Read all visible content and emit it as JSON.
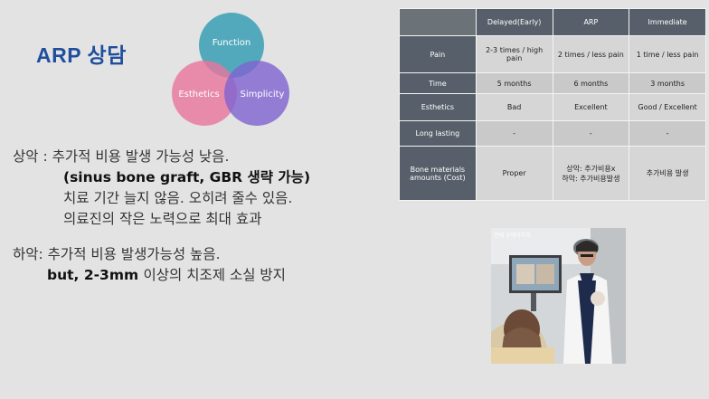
{
  "title": "ARP 상담",
  "venn": {
    "top": "Function",
    "left": "Esthetics",
    "right": "Simplicity"
  },
  "body": {
    "upper_label": "상악 : ",
    "upper_l1": "추가적 비용 발생 가능성 낮음.",
    "upper_l2": "(sinus bone graft, GBR 생략 가능)",
    "upper_l3": "치료 기간 늘지 않음. 오히려 줄수 있음.",
    "upper_l4": "의료진의 작은 노력으로 최대 효과",
    "lower_label": "하악:  ",
    "lower_l1": "추가적 비용 발생가능성 높음.",
    "lower_l2a": "but, 2-3mm ",
    "lower_l2b": "이상의 치조제 소실 방지"
  },
  "table": {
    "headers": [
      "",
      "Delayed(Early)",
      "ARP",
      "Immediate"
    ],
    "rows": [
      {
        "label": "Pain",
        "cells": [
          "2-3 times / high pain",
          "2 times / less pain",
          "1 time / less pain"
        ]
      },
      {
        "label": "Time",
        "cells": [
          "5 months",
          "6 months",
          "3 months"
        ]
      },
      {
        "label": "Esthetics",
        "cells": [
          "Bad",
          "Excellent",
          "Good / Excellent"
        ]
      },
      {
        "label": "Long lasting",
        "cells": [
          "-",
          "-",
          "-"
        ]
      },
      {
        "label": "Bone materials amounts (Cost)",
        "cells": [
          "Proper",
          "상악: 추가비용x\n하악: 추가비용발생",
          "추가비용 발생"
        ]
      }
    ]
  },
  "photo": {
    "watermark": "연세 굿데이치과"
  },
  "colors": {
    "title": "#1f4e9c",
    "function": "#3a9fb5",
    "esthetics": "#e87aa0",
    "simplicity": "#8a6fd0",
    "header": "#57606a"
  }
}
